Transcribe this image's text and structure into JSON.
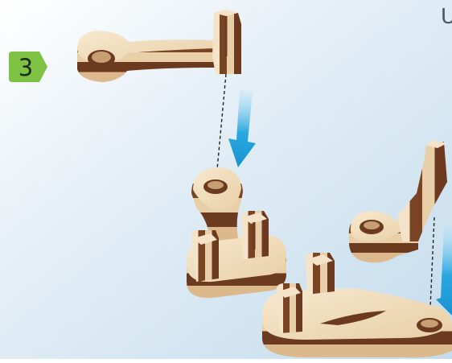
{
  "step": {
    "number": "3",
    "badge_color": "#7dc242"
  },
  "corner_text": "U",
  "colors": {
    "background_top": "#ffffff",
    "background_bottom": "#c9dfee",
    "arrow": "#29a8e0",
    "wood_light": "#f0dcbf",
    "wood_dark": "#6b3a1f"
  },
  "icons": [
    "arrow-down-icon",
    "guide-line"
  ]
}
